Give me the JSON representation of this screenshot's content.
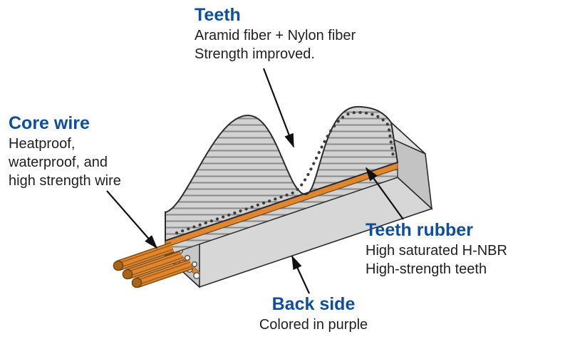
{
  "colors": {
    "heading_blue": "#0d4f9e",
    "body_text": "#1f1f1f",
    "belt_gray": "#d2d2d2",
    "hatch_line_gray": "#8a8a8a",
    "core_wire_orange": "#e0862f",
    "outline_dark": "#2b2b2b"
  },
  "annotations": {
    "teeth": {
      "title": "Teeth",
      "lines": [
        "Aramid fiber + Nylon fiber",
        "Strength improved."
      ]
    },
    "core_wire": {
      "title": "Core wire",
      "lines": [
        "Heatproof,",
        "waterproof, and",
        "high strength wire"
      ]
    },
    "teeth_rubber": {
      "title": "Teeth rubber",
      "lines": [
        "High saturated H-NBR",
        "High-strength teeth"
      ]
    },
    "back_side": {
      "title": "Back side",
      "lines": [
        "Colored in purple"
      ]
    }
  }
}
